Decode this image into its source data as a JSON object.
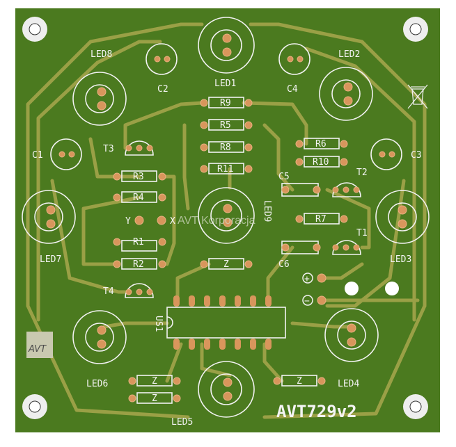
{
  "board": {
    "title": "AVT729v2",
    "watermark": "AVT Korporacja",
    "logo": "AVT",
    "colors": {
      "board": "#4b7a1f",
      "trace": "#9aa046",
      "pad": "#d8965c",
      "silk": "#f2f2f2"
    }
  },
  "leds": [
    "LED1",
    "LED2",
    "LED3",
    "LED4",
    "LED5",
    "LED6",
    "LED7",
    "LED8",
    "LED9"
  ],
  "capacitors": [
    "C1",
    "C2",
    "C3",
    "C4",
    "C5",
    "C6"
  ],
  "resistors": [
    "R1",
    "R2",
    "R3",
    "R4",
    "R5",
    "R6",
    "R7",
    "R8",
    "R9",
    "R10",
    "R11"
  ],
  "zeners": [
    "Z",
    "Z",
    "Z",
    "Z"
  ],
  "transistors": [
    "T1",
    "T2",
    "T3",
    "T4"
  ],
  "ic": "US1",
  "pins": {
    "x": "X",
    "y": "Y",
    "plus": "+",
    "minus": "−"
  },
  "icons": [
    "mounting-hole-icon",
    "weee-bin-icon",
    "avt-logo-icon"
  ]
}
